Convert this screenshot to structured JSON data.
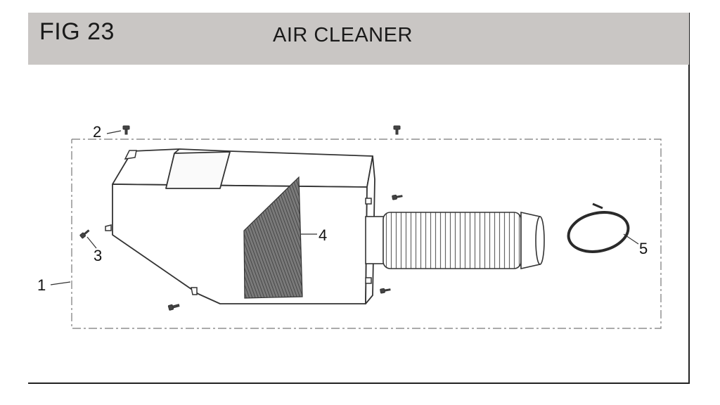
{
  "header": {
    "fig_number": "FIG 23",
    "title": "AIR CLEANER"
  },
  "callouts": [
    {
      "id": "1"
    },
    {
      "id": "2"
    },
    {
      "id": "3"
    },
    {
      "id": "4"
    },
    {
      "id": "5"
    }
  ],
  "colors": {
    "header_bg": "#c9c6c4",
    "line": "#333333",
    "filter_fill": "#555555"
  }
}
